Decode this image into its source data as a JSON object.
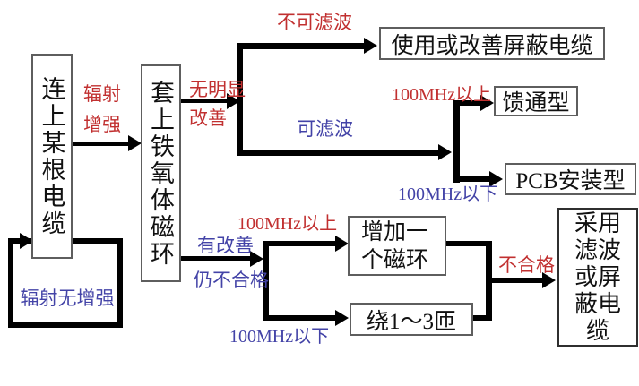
{
  "colors": {
    "background": "#ffffff",
    "line": "#000000",
    "box_border": "#5e5e5e",
    "red_label": "#c13030",
    "blue_label": "#4343a7"
  },
  "boxes": {
    "connect_cable": "连上某根电缆",
    "ferrite_core": "套上铁氧体磁环",
    "shielded_cable": "使用或改善屏蔽电缆",
    "feedthrough": "馈通型",
    "pcb_mount": "PCB安装型",
    "add_core": "增加一个磁环",
    "wind_turns": "绕1～3匝",
    "filter_or_shield": "采用滤波或屏蔽电缆"
  },
  "labels": {
    "radiation_increase": "辐射增强",
    "no_radiation_increase": "辐射无增强",
    "no_obvious_improvement": "无明显改善",
    "not_filterable": "不可滤波",
    "filterable": "可滤波",
    "above_100mhz_filter": "100MHz以上",
    "below_100mhz_filter": "100MHz以下",
    "improved": "有改善",
    "still_fail": "仍不合格",
    "above_100mhz_core": "100MHz以上",
    "below_100mhz_core": "100MHz以下",
    "fail": "不合格"
  }
}
